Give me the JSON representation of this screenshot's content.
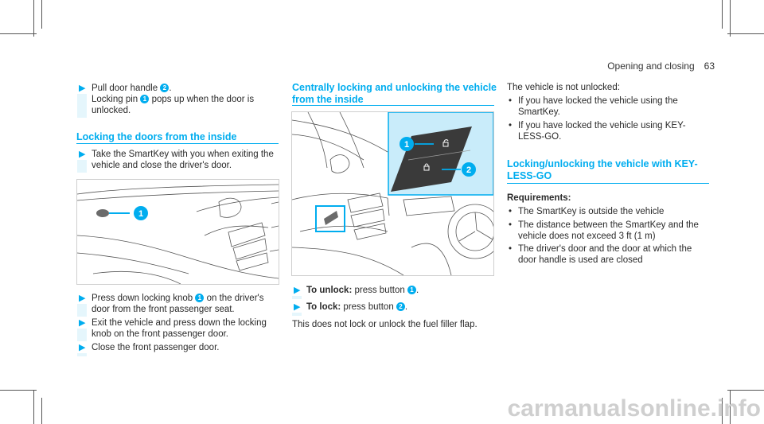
{
  "header": {
    "section": "Opening and closing",
    "page": "63"
  },
  "left": {
    "step1_line1": "Pull door handle ",
    "step1_num": "2",
    "step1_line2a": "Locking pin ",
    "step1_num2": "1",
    "step1_line2b": " pops up when the door is",
    "step1_line3": "unlocked.",
    "heading": "Locking the doors from the inside",
    "step2": [
      "Take the SmartKey with you when exiting the",
      "vehicle and close the driver's door."
    ],
    "fig_label": "1",
    "step3a": "Press down locking knob ",
    "step3_num": "1",
    "step3b": " on the driver's",
    "step3_line2": "door from the front passenger seat.",
    "step4": [
      "Exit the vehicle and press down the locking",
      "knob on the front passenger door."
    ],
    "step5": "Close the front passenger door."
  },
  "middle": {
    "heading": [
      "Centrally locking and unlocking the vehicle",
      "from the inside"
    ],
    "fig_labels": [
      "1",
      "2"
    ],
    "unlock_label": "To unlock:",
    "unlock_text": " press button ",
    "unlock_num": "1",
    "lock_label": "To lock:",
    "lock_text": " press button ",
    "lock_num": "2",
    "note": "This does not lock or unlock the fuel filler flap."
  },
  "right": {
    "intro": "The vehicle is not unlocked:",
    "bullets1": [
      [
        "If you have locked the vehicle using the",
        "SmartKey."
      ],
      [
        "If you have locked the vehicle using KEY-",
        "LESS-GO."
      ]
    ],
    "heading": [
      "Locking/unlocking the vehicle with KEY-",
      "LESS-GO"
    ],
    "req": "Requirements:",
    "bullets2": [
      [
        "The SmartKey is outside the vehicle"
      ],
      [
        "The distance between the SmartKey and the",
        "vehicle does not exceed 3 ft (1 m)"
      ],
      [
        "The driver's door and the door at which the",
        "door handle is used are closed"
      ]
    ]
  },
  "watermark": "carmanualsonline.info",
  "colors": {
    "accent": "#00adef",
    "bar": "#e5f6fc"
  }
}
